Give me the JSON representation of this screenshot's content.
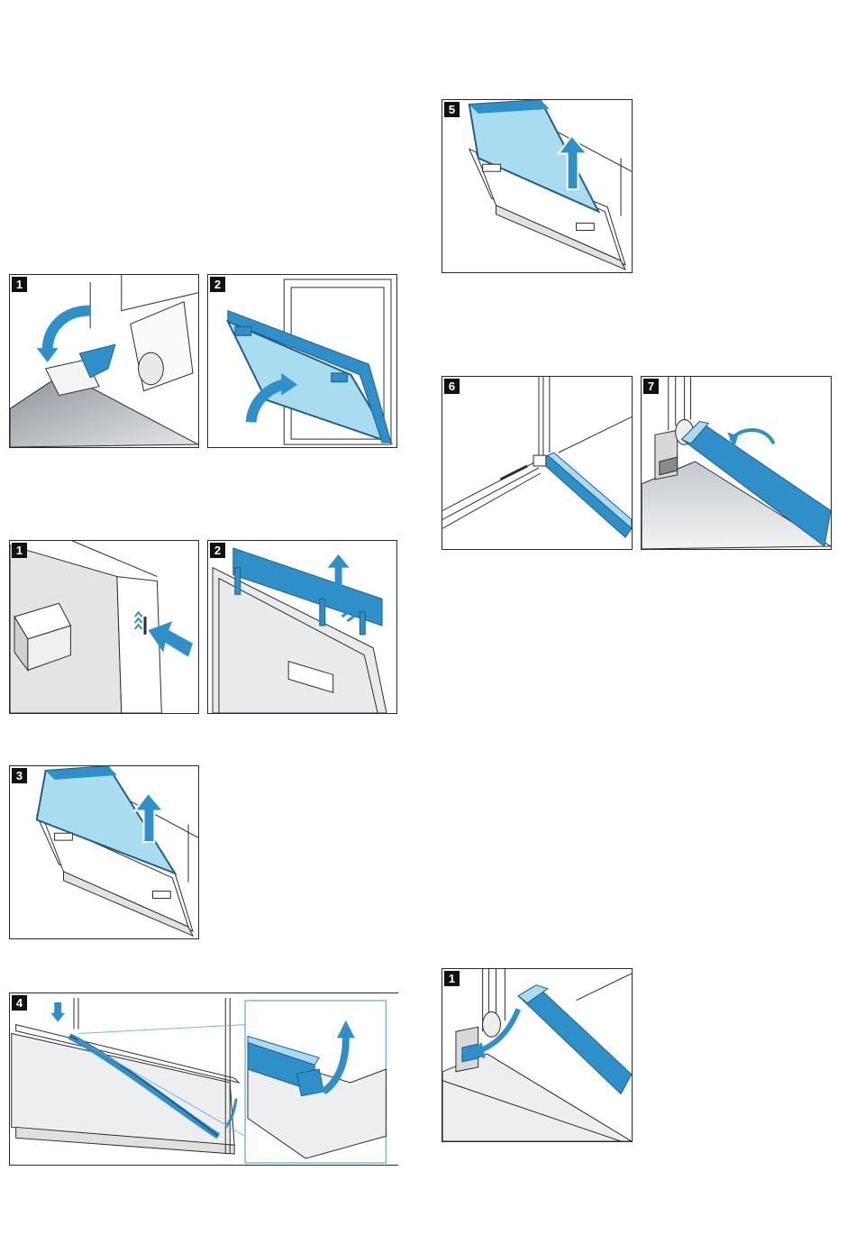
{
  "figures": [
    {
      "id": "fig-a1",
      "step": "1"
    },
    {
      "id": "fig-a2",
      "step": "2"
    },
    {
      "id": "fig-b1",
      "step": "1"
    },
    {
      "id": "fig-b2",
      "step": "2"
    },
    {
      "id": "fig-b3",
      "step": "3"
    },
    {
      "id": "fig-b4",
      "step": "4"
    },
    {
      "id": "fig-c5",
      "step": "5"
    },
    {
      "id": "fig-c6",
      "step": "6"
    },
    {
      "id": "fig-c7",
      "step": "7"
    },
    {
      "id": "fig-d1",
      "step": "1"
    }
  ],
  "colors": {
    "accent": "#2e8fc9",
    "accent_light": "#a9dcef",
    "line": "#2b2b2b",
    "gray_surface": "#b8bcc0"
  },
  "icons": [
    "curved-arrow-icon",
    "up-arrow-icon",
    "press-arrow-icon"
  ]
}
